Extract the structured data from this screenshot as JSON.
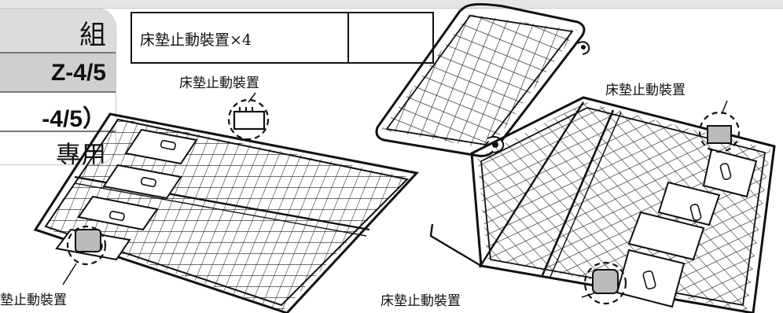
{
  "legend": {
    "row1": "組",
    "row2": "Z-4/5",
    "row3": "-4/5）",
    "row4": "專用"
  },
  "parts_box": {
    "item": "床墊止動裝置×4",
    "empty_cell": ""
  },
  "callouts": {
    "top_left": "床墊止動裝置",
    "bottom_left": "墊止動裝置",
    "right_top": "床墊止動裝置",
    "bottom_middle": "床墊止動裝置"
  }
}
